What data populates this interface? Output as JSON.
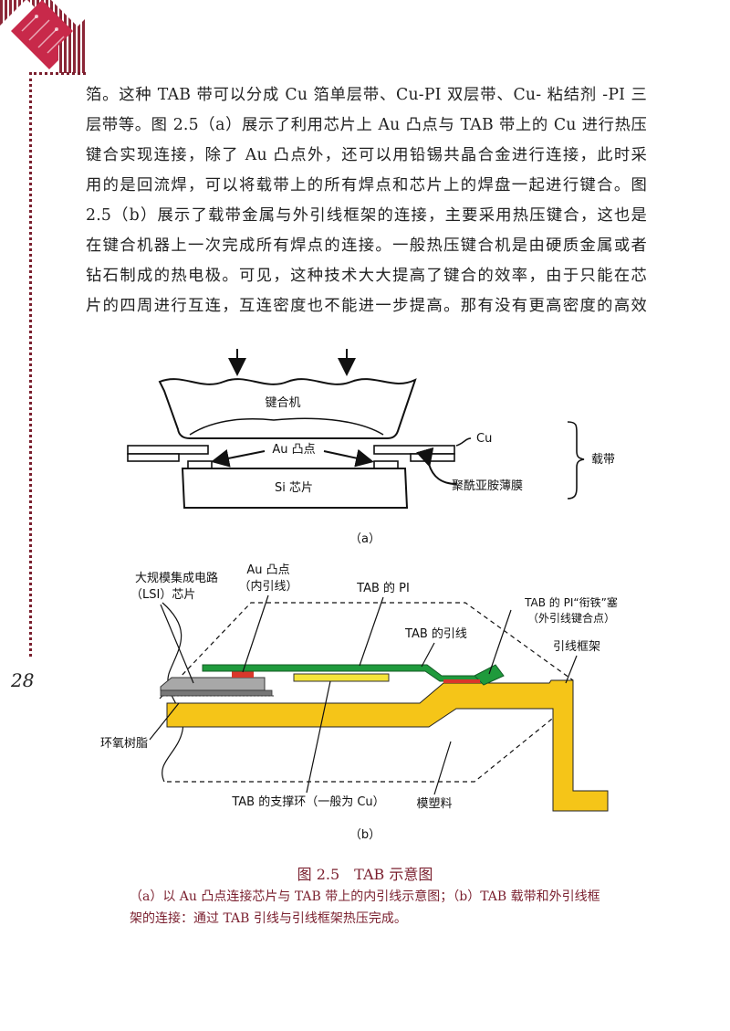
{
  "page": {
    "number": "28",
    "paragraph_lines": [
      "箔。这种 TAB 带可以分成 Cu 箔单层带、Cu-PI 双层带、Cu- 粘结剂 -PI 三",
      "层带等。图 2.5（a）展示了利用芯片上 Au 凸点与 TAB 带上的 Cu 进行热压",
      "键合实现连接，除了 Au 凸点外，还可以用铅锡共晶合金进行连接，此时采",
      "用的是回流焊，可以将载带上的所有焊点和芯片上的焊盘一起进行键合。图",
      "2.5（b）展示了载带金属与外引线框架的连接，主要采用热压键合，这也是",
      "在键合机器上一次完成所有焊点的连接。一般热压键合机是由硬质金属或者",
      "钻石制成的热电极。可见，这种技术大大提高了键合的效率，由于只能在芯",
      "片的四周进行互连，互连密度也不能进一步提高。那有没有更高密度的高效"
    ]
  },
  "figure_a": {
    "bonder": "键合机",
    "bump": "Au 凸点",
    "cu": "Cu",
    "film": "聚酰亚胺薄膜",
    "chip": "Si 芯片",
    "carrier": "载带",
    "sub": "（a）"
  },
  "figure_b": {
    "lsi_line1": "大规模集成电路",
    "lsi_line2": "（LSI）芯片",
    "bump_line1": "Au 凸点",
    "bump_line2": "（内引线）",
    "pi": "TAB 的 PI",
    "armature_line1": "TAB 的 PI“衔铁”塞",
    "armature_line2": "（外引线键合点）",
    "lead": "TAB 的引线",
    "frame": "引线框架",
    "epoxy": "环氧树脂",
    "ring": "TAB 的支撑环（一般为 Cu）",
    "mold": "模塑料",
    "sub": "（b）"
  },
  "caption": {
    "title": "图 2.5　TAB 示意图",
    "note": "（a）以 Au 凸点连接芯片与 TAB 带上的内引线示意图；（b）TAB 载带和外引线框架的连接：通过 TAB 引线与引线框架热压完成。"
  },
  "colors": {
    "accent": "#7a1f2e",
    "green": "#1f9a3c",
    "yellow": "#f5c518",
    "red": "#d9372b"
  }
}
